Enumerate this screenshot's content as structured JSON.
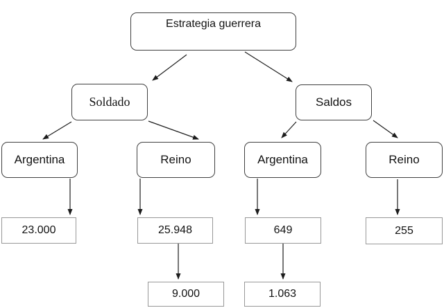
{
  "diagram": {
    "title": "Estrategia guerrera",
    "colors": {
      "background": "#ffffff",
      "node_fill": "#ffffff",
      "rounded_border": "#3f3f3f",
      "rect_border": "#979797",
      "text": "#111111",
      "arrow": "#1c1c1c"
    },
    "tree": {
      "label": "Estrategia guerrera",
      "children": [
        {
          "label": "Soldado",
          "children": [
            {
              "label": "Argentina",
              "children": [
                {
                  "label": "23.000",
                  "children": []
                }
              ]
            },
            {
              "label": "Reino",
              "children": [
                {
                  "label": "25.948",
                  "children": [
                    {
                      "label": "9.000",
                      "children": []
                    }
                  ]
                }
              ]
            }
          ]
        },
        {
          "label": "Saldos",
          "children": [
            {
              "label": "Argentina",
              "children": [
                {
                  "label": "649",
                  "children": [
                    {
                      "label": "1.063",
                      "children": []
                    }
                  ]
                }
              ]
            },
            {
              "label": "Reino",
              "children": [
                {
                  "label": "255",
                  "children": []
                }
              ]
            }
          ]
        }
      ]
    }
  }
}
